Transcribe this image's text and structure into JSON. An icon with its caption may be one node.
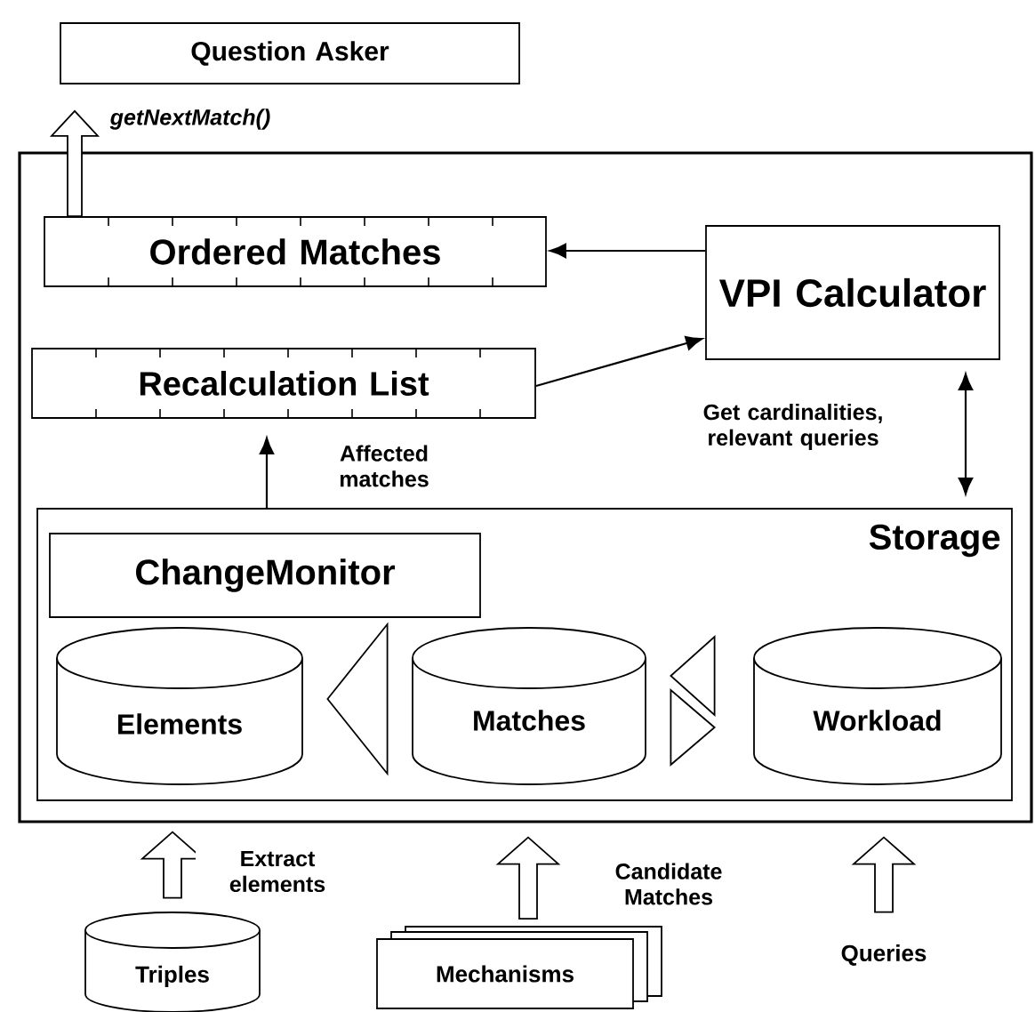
{
  "diagram": {
    "nodes": [
      {
        "text": [
          "Question Asker"
        ]
      },
      {
        "text": [],
        "shape": "box"
      },
      {
        "text": [
          "Ordered Matches"
        ],
        "in": 1
      },
      {
        "text": [
          "VPI Calculator"
        ],
        "in": 1
      },
      {
        "text": [
          "Recalculation List"
        ],
        "in": 1
      },
      {
        "text": [
          "Storage"
        ],
        "in": 1
      },
      {
        "text": [
          "ChangeMonitor"
        ],
        "in": 5
      },
      {
        "text": [
          "Elements"
        ],
        "in": 5
      },
      {
        "text": [
          "Matches"
        ],
        "in": 5
      },
      {
        "text": [
          "Workload"
        ],
        "in": 5
      },
      {
        "text": [
          "Triples"
        ]
      },
      {
        "text": [
          "Mechanisms"
        ]
      },
      {
        "text": [
          "Queries"
        ]
      }
    ],
    "edges": [
      {
        "from": 2,
        "to": 0,
        "arrow": "to",
        "style": "thick",
        "label": "getNextMatch()"
      },
      {
        "from": 3,
        "to": 2,
        "arrow": "to"
      },
      {
        "from": 4,
        "to": 3,
        "arrow": "to"
      },
      {
        "from": 5,
        "to": 4,
        "arrow": "to",
        "label": "Affected matches"
      },
      {
        "from": 3,
        "to": 5,
        "arrow": "both",
        "label": "Get cardinalities, relevant queries"
      },
      {
        "from": 8,
        "to": 7,
        "arrow": "to",
        "style": "thick"
      },
      {
        "from": 9,
        "to": 8,
        "arrow": "to",
        "style": "thick"
      },
      {
        "from": 8,
        "to": 9,
        "arrow": "to",
        "style": "thick"
      },
      {
        "from": 10,
        "to": 1,
        "arrow": "to",
        "style": "thick",
        "label": "Extract elements"
      },
      {
        "from": 11,
        "to": 1,
        "arrow": "to",
        "style": "thick",
        "label": "Candidate Matches"
      },
      {
        "from": 12,
        "to": 1,
        "arrow": "to",
        "style": "thick"
      }
    ]
  }
}
